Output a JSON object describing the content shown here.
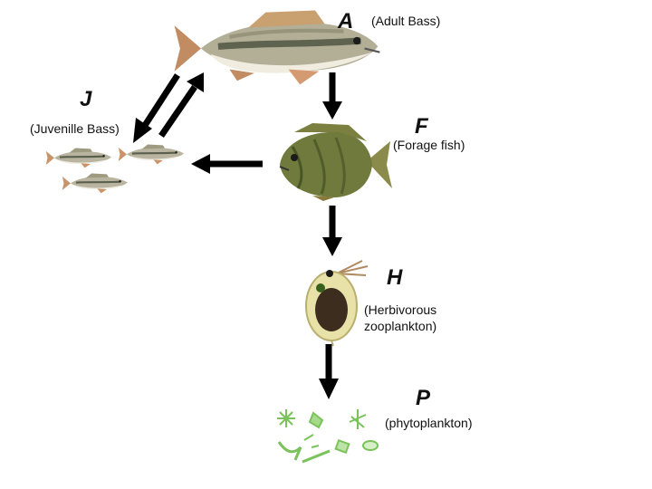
{
  "nodes": {
    "adult_bass": {
      "letter": "A",
      "label": "(Adult Bass)"
    },
    "juvenile_bass": {
      "letter": "J",
      "label": "(Juvenille Bass)"
    },
    "forage_fish": {
      "letter": "F",
      "label": "(Forage fish)"
    },
    "zooplankton": {
      "letter": "H",
      "label_line1": "(Herbivorous",
      "label_line2": "zooplankton)"
    },
    "phytoplankton": {
      "letter": "P",
      "label": "(phytoplankton)"
    }
  },
  "colors": {
    "arrow": "#000000",
    "bass_body": "#b9b4a0",
    "bass_belly": "#f1eee4",
    "bass_stripe": "#3a4330",
    "bass_fin": "#c9946a",
    "sunfish_body": "#6f7a3c",
    "sunfish_fin": "#8a8a4a",
    "zoo_body": "#e9e2a8",
    "zoo_gut": "#2a1a10",
    "phyto": "#7ac25a"
  }
}
